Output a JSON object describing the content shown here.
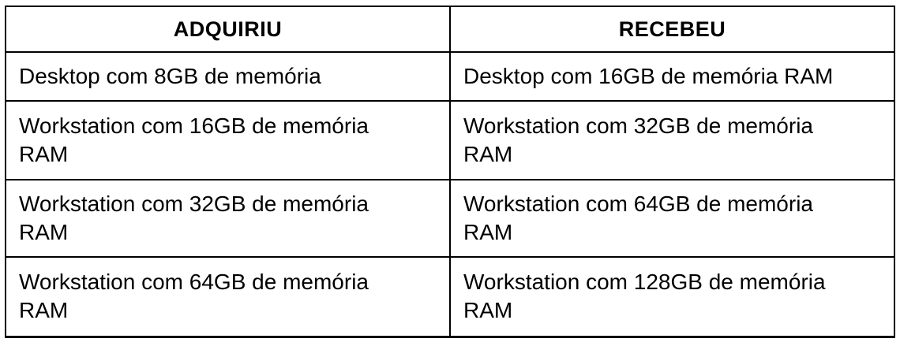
{
  "table": {
    "columns": [
      {
        "label": "ADQUIRIU"
      },
      {
        "label": "RECEBEU"
      }
    ],
    "rows": [
      {
        "adquiriu": "Desktop com 8GB de memória",
        "recebeu": "Desktop com 16GB de memória RAM"
      },
      {
        "adquiriu": "Workstation com 16GB de memória RAM",
        "recebeu": "Workstation com 32GB de memória RAM"
      },
      {
        "adquiriu": "Workstation com 32GB de memória RAM",
        "recebeu": "Workstation com 64GB de memória RAM"
      },
      {
        "adquiriu": "Workstation com 64GB de memória RAM",
        "recebeu": "Workstation com 128GB de memória RAM"
      }
    ],
    "colors": {
      "border": "#000000",
      "text": "#000000",
      "background": "#ffffff"
    }
  }
}
